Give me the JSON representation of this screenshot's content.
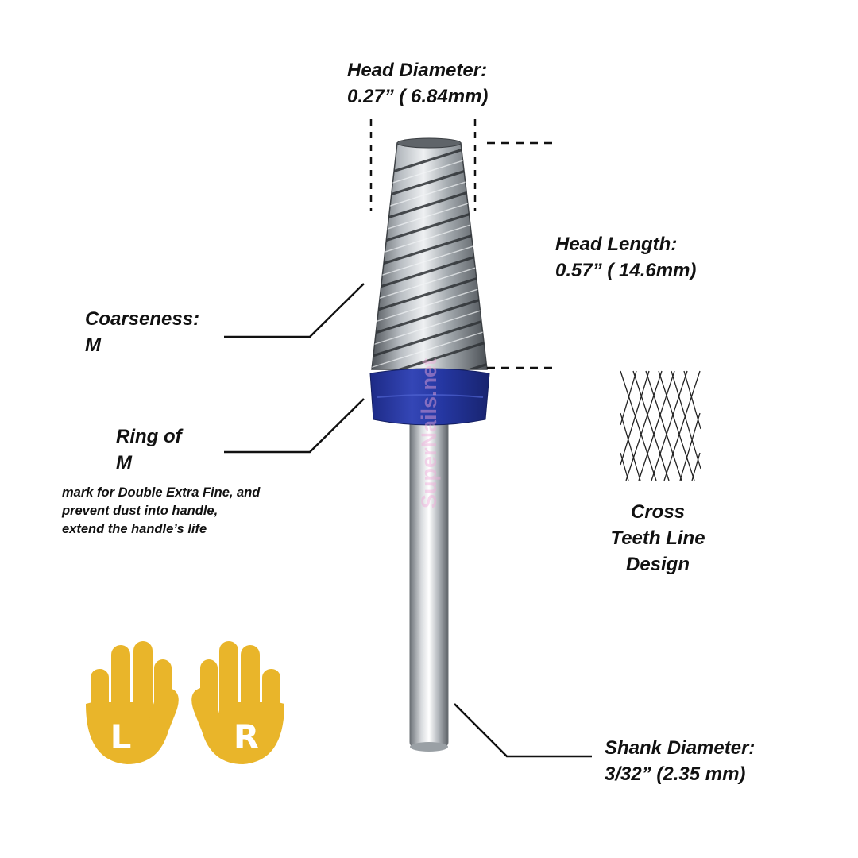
{
  "colors": {
    "text": "#111111",
    "ring_blue": "#2a3a9e",
    "hand_yellow": "#e9b52a",
    "line": "#111111",
    "steel": "#8f9499"
  },
  "head_diameter": {
    "title": "Head Diameter:",
    "value": "0.27” ( 6.84mm)"
  },
  "head_length": {
    "title": "Head Length:",
    "value": "0.57” ( 14.6mm)"
  },
  "coarseness": {
    "title": "Coarseness:",
    "value": "M"
  },
  "ring": {
    "title": "Ring of",
    "value": "M",
    "note_lines": [
      "mark for Double Extra Fine, and",
      "prevent dust into handle,",
      "extend  the handle’s life"
    ]
  },
  "cross_teeth": {
    "lines": [
      "Cross",
      "Teeth Line",
      "Design"
    ]
  },
  "shank_diameter": {
    "title": "Shank Diameter:",
    "value": "3/32” (2.35 mm)"
  },
  "hands": {
    "left": {
      "icon": "left-hand-icon",
      "letter": "L"
    },
    "right": {
      "icon": "right-hand-icon",
      "letter": "R"
    }
  },
  "watermark": "SuperNails.net"
}
